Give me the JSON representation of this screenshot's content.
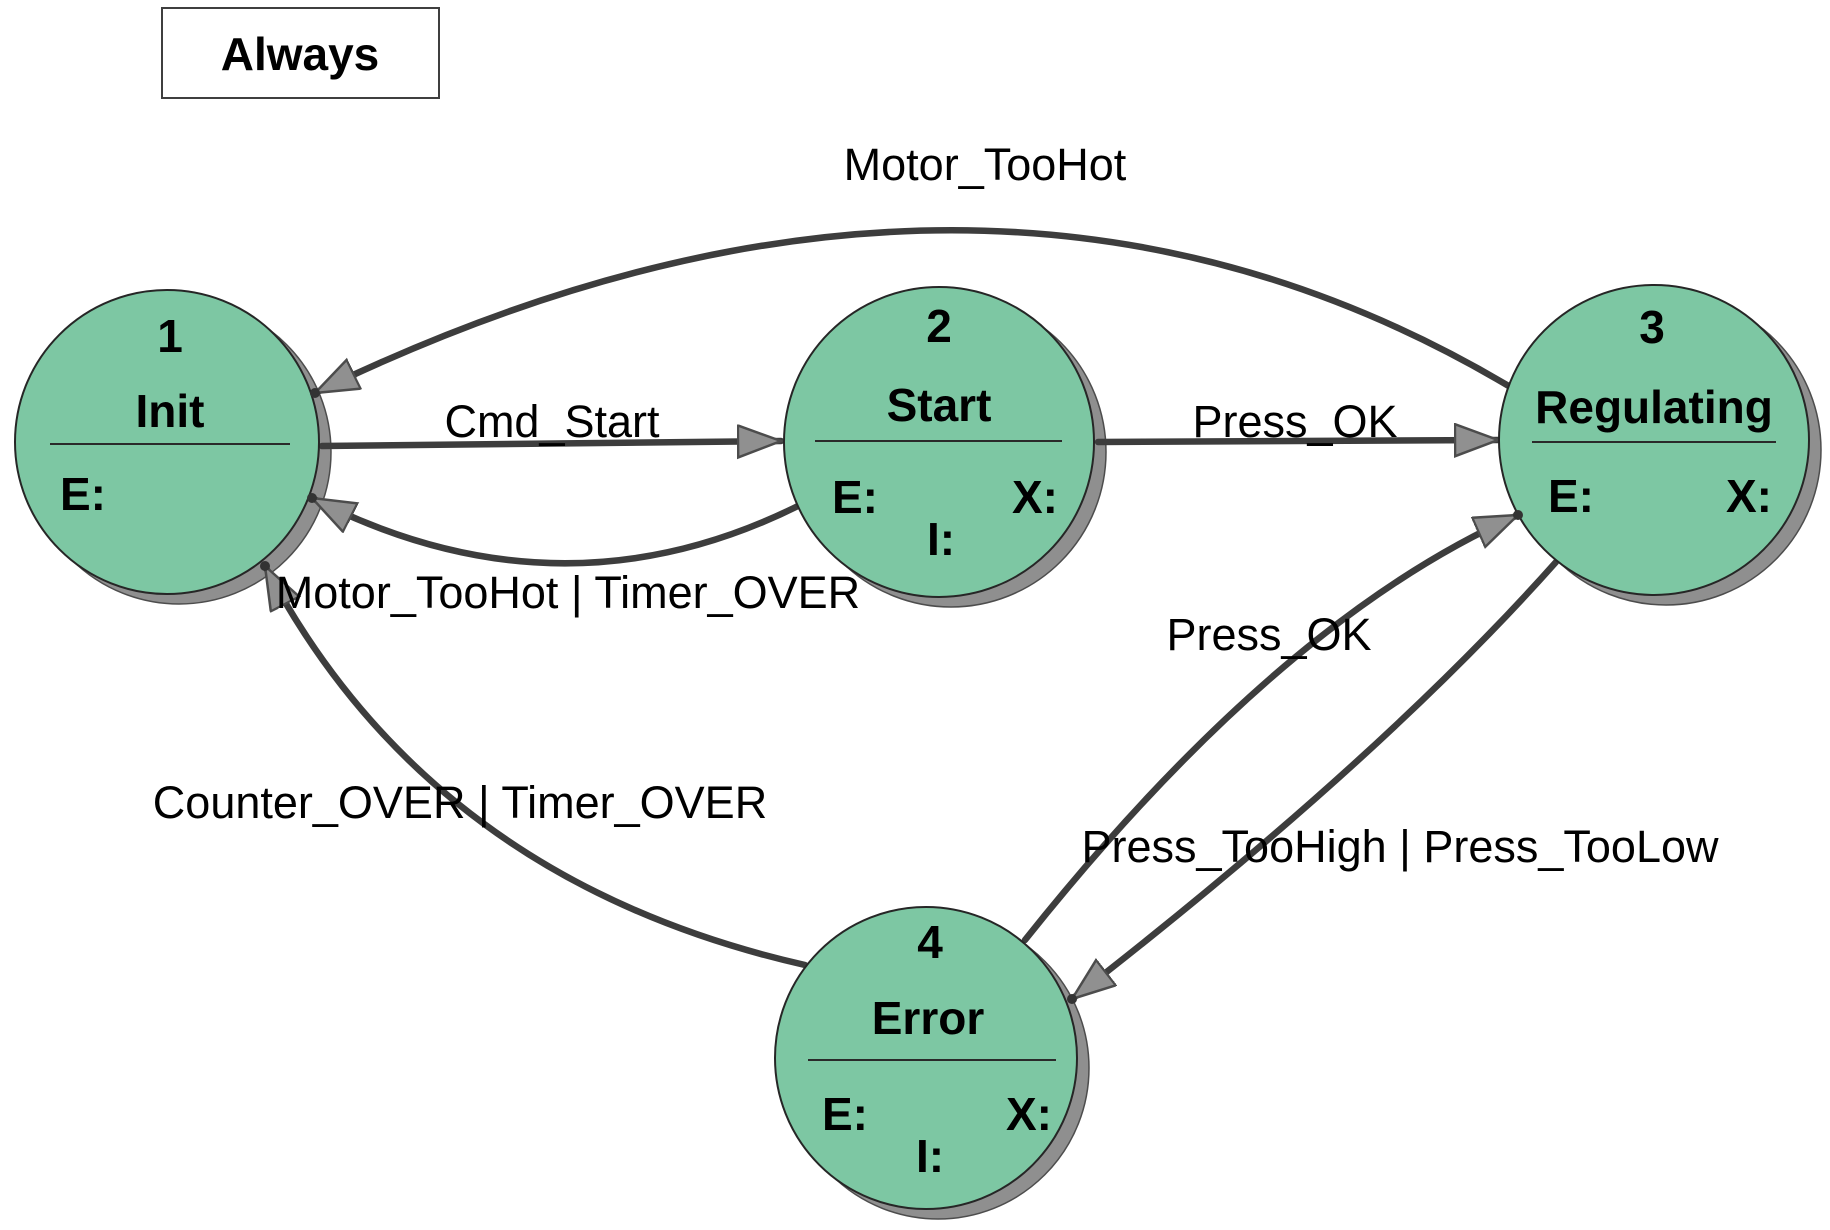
{
  "diagram": {
    "title": "state-machine-diagram",
    "always_label": "Always",
    "states": [
      {
        "number": "1",
        "name": "Init",
        "entry_label": "E:"
      },
      {
        "number": "2",
        "name": "Start",
        "entry_label": "E:",
        "exit_label": "X:",
        "in_label": "I:"
      },
      {
        "number": "3",
        "name": "Regulating",
        "entry_label": "E:",
        "exit_label": "X:"
      },
      {
        "number": "4",
        "name": "Error",
        "entry_label": "E:",
        "exit_label": "X:",
        "in_label": "I:"
      }
    ],
    "transitions": [
      {
        "from": "Regulating",
        "to": "Init",
        "label": "Motor_TooHot"
      },
      {
        "from": "Init",
        "to": "Start",
        "label": "Cmd_Start"
      },
      {
        "from": "Start",
        "to": "Regulating",
        "label": "Press_OK"
      },
      {
        "from": "Start",
        "to": "Init",
        "label": "Motor_TooHot | Timer_OVER"
      },
      {
        "from": "Error",
        "to": "Init",
        "label": "Counter_OVER | Timer_OVER"
      },
      {
        "from": "Error",
        "to": "Regulating",
        "label": "Press_OK"
      },
      {
        "from": "Regulating",
        "to": "Error",
        "label": "Press_TooHigh | Press_TooLow"
      }
    ],
    "colors": {
      "state_fill": "#7dc7a3",
      "state_border": "#262626",
      "shadow_fill": "#8f8f8f",
      "line": "#3d3d3d",
      "arrow_fill": "#909090",
      "arrow_border": "#4c4c4c",
      "text": "#000000",
      "background": "#ffffff"
    }
  }
}
